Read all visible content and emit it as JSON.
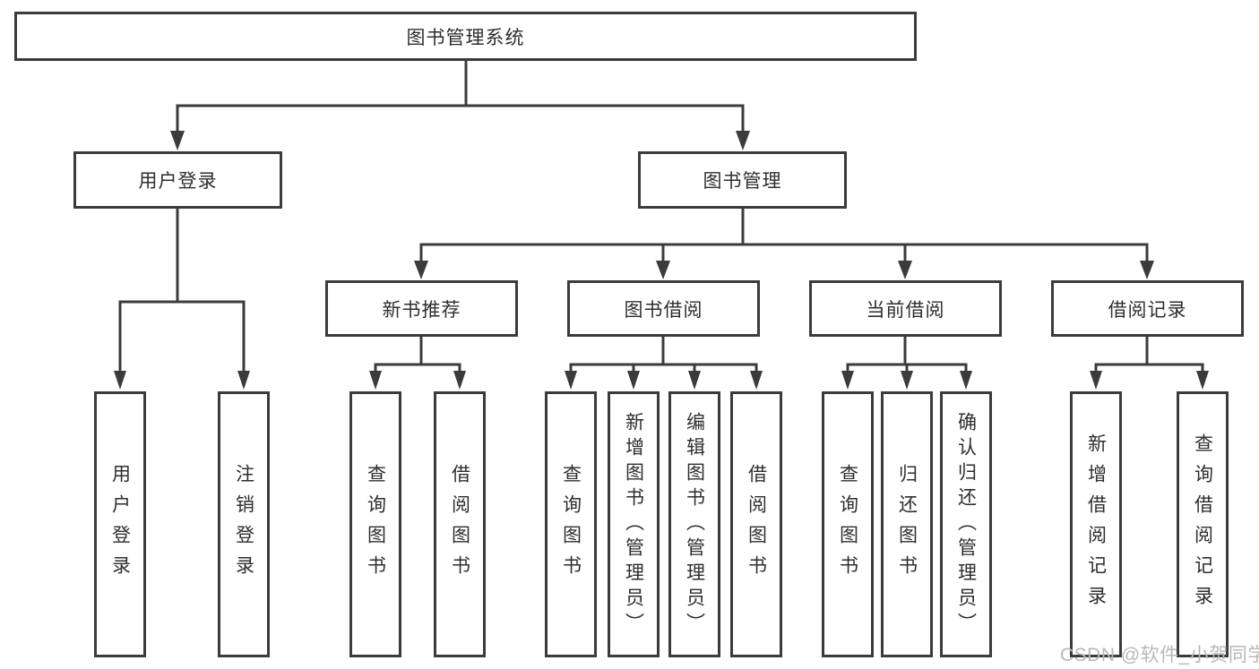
{
  "diagram": {
    "title": "图书管理系统",
    "root": {
      "label": "图书管理系统"
    },
    "branches": [
      {
        "label": "用户登录",
        "children": [
          {
            "label": "用户登录"
          },
          {
            "label": "注销登录"
          }
        ]
      },
      {
        "label": "图书管理",
        "sections": [
          {
            "label": "新书推荐",
            "children": [
              {
                "label": "查询图书"
              },
              {
                "label": "借阅图书"
              }
            ]
          },
          {
            "label": "图书借阅",
            "children": [
              {
                "label": "查询图书"
              },
              {
                "label": "新增图书（管理员）"
              },
              {
                "label": "编辑图书（管理员）"
              },
              {
                "label": "借阅图书"
              }
            ]
          },
          {
            "label": "当前借阅",
            "children": [
              {
                "label": "查询图书"
              },
              {
                "label": "归还图书"
              },
              {
                "label": "确认归还（管理员）"
              }
            ]
          },
          {
            "label": "借阅记录",
            "children": [
              {
                "label": "新增借阅记录"
              },
              {
                "label": "查询借阅记录"
              }
            ]
          }
        ]
      }
    ],
    "colors": {
      "line": "#3b3b3b",
      "text": "#2e2e2e",
      "background": "#ffffff",
      "watermark_text": "#b8b8b8"
    }
  },
  "watermark": {
    "text": "CSDN @软件_小贺同学"
  }
}
